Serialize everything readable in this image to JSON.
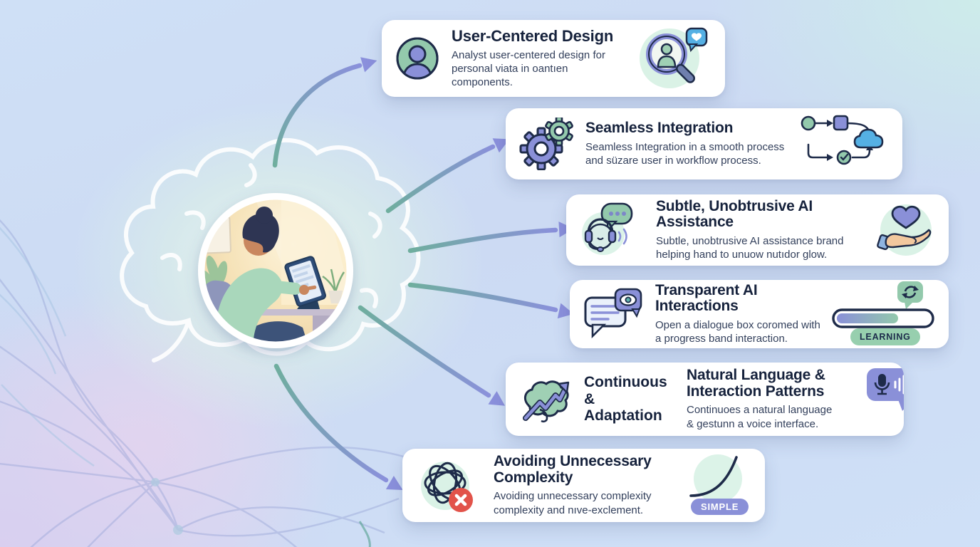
{
  "colors": {
    "card_bg": "#ffffff",
    "title_text": "#16223c",
    "desc_text": "#33405c",
    "outline_navy": "#1e2b49",
    "accent_green": "#93c9ac",
    "accent_purple": "#8a90d8",
    "accent_blue": "#55b0e4",
    "error_red": "#e2534a",
    "arrow_teal": "#6fae9e",
    "arrow_purple": "#8b90dc"
  },
  "center_illustration": {
    "label": "woman using tablet at desk inside glowing brain outline"
  },
  "cards": [
    {
      "title": "User-Centered Design",
      "description": "Analyst user-centered design for personal viata in oantıen components.",
      "left_icon": "user-avatar-icon",
      "right_icon": "magnifier-person-heart-icon"
    },
    {
      "title": "Seamless Integration",
      "description": "Seamless Integration in a smooth process and süzare user in workflow process.",
      "left_icon": "gears-icon",
      "right_icon": "workflow-cloud-icon"
    },
    {
      "title": "Subtle, Unobtrusive AI Assistance",
      "description": "Subtle, unobtrusive AI assistance brand helping hand to unuow nutıdor glow.",
      "left_icon": "headset-chat-icon",
      "right_icon": "hand-heart-icon"
    },
    {
      "title": "Transparent AI Interactions",
      "description": "Open a dialogue box coromed with a progress band interaction.",
      "left_icon": "dialogue-eye-icon",
      "right_icon": "progress-bar-icon",
      "badge": "LEARNING"
    },
    {
      "heading_left": "Continuous & Adaptation",
      "title": "Natural Language & Interaction Patterns",
      "description": "Continuoes a natural language & gestunn a voice interface.",
      "left_icon": "brain-growth-icon",
      "right_icon": "voice-speech-icon"
    },
    {
      "title": "Avoiding Unnecessary Complexity",
      "description": "Avoiding unnecessary complexity complexity and nıve-exclement.",
      "left_icon": "tangle-error-icon",
      "right_icon": "simple-curve-icon",
      "badge": "SIMPLE"
    }
  ]
}
